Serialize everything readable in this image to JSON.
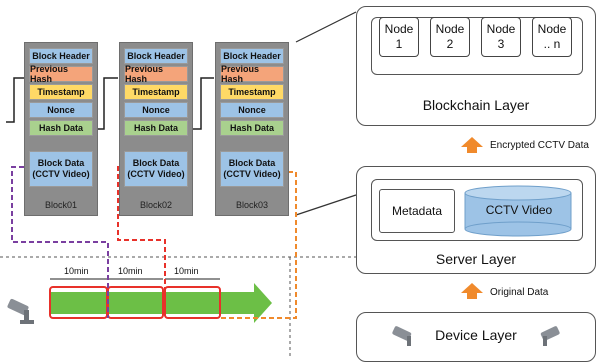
{
  "blocks": [
    {
      "header": "Block Header",
      "prev": "Previous Hash",
      "ts": "Timestamp",
      "nonce": "Nonce",
      "hash": "Hash Data",
      "data_line1": "Block Data",
      "data_line2": "(CCTV Video)",
      "label": "Block01"
    },
    {
      "header": "Block Header",
      "prev": "Previous Hash",
      "ts": "Timestamp",
      "nonce": "Nonce",
      "hash": "Hash Data",
      "data_line1": "Block Data",
      "data_line2": "(CCTV Video)",
      "label": "Block02"
    },
    {
      "header": "Block Header",
      "prev": "Previous Hash",
      "ts": "Timestamp",
      "nonce": "Nonce",
      "hash": "Hash Data",
      "data_line1": "Block Data",
      "data_line2": "(CCTV Video)",
      "label": "Block03"
    }
  ],
  "blockchain_layer": {
    "title": "Blockchain Layer",
    "nodes": [
      {
        "name": "Node",
        "num": "1"
      },
      {
        "name": "Node",
        "num": "2"
      },
      {
        "name": "Node",
        "num": "3"
      },
      {
        "name": "Node",
        "num": ".. n"
      }
    ]
  },
  "encrypted_label": "Encrypted CCTV Data",
  "server_layer": {
    "title": "Server Layer",
    "metadata": "Metadata",
    "video": "CCTV Video"
  },
  "original_label": "Original Data",
  "device_layer": {
    "title": "Device Layer"
  },
  "timeline": {
    "segments": [
      "10min",
      "10min",
      "10min"
    ]
  },
  "colors": {
    "purple": "#7a3fa0",
    "red": "#e8312a",
    "orange": "#f08a2c",
    "green": "#6cbf46",
    "layer_orange": "#f08a2c",
    "cylinder": "#9dc3e6"
  }
}
